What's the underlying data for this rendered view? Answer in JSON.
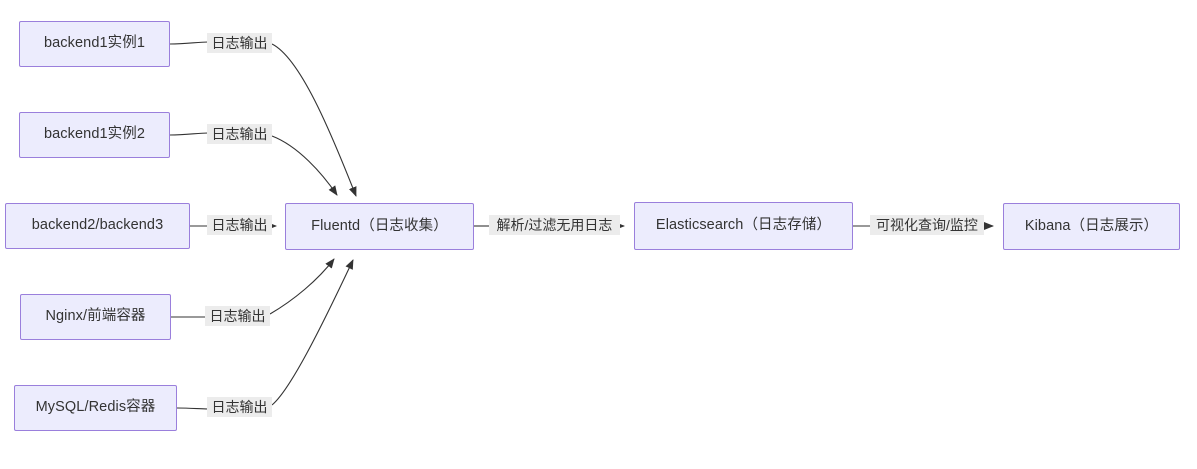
{
  "diagram": {
    "type": "flowchart",
    "direction": "left-to-right",
    "title": "",
    "palette": {
      "node_fill": "#ececfd",
      "node_stroke": "#9a7fdc",
      "edge_stroke": "#333333",
      "label_background": "#ececec",
      "text_color": "#333333",
      "canvas_background": "#ffffff"
    },
    "nodes": [
      {
        "id": "backend1_1",
        "label": "backend1实例1"
      },
      {
        "id": "backend1_2",
        "label": "backend1实例2"
      },
      {
        "id": "backend23",
        "label": "backend2/backend3"
      },
      {
        "id": "nginx",
        "label": "Nginx/前端容器"
      },
      {
        "id": "mysql",
        "label": "MySQL/Redis容器"
      },
      {
        "id": "fluentd",
        "label": "Fluentd（日志收集）"
      },
      {
        "id": "elastic",
        "label": "Elasticsearch（日志存储）"
      },
      {
        "id": "kibana",
        "label": "Kibana（日志展示）"
      }
    ],
    "edges": [
      {
        "id": "e1",
        "from": "backend1_1",
        "to": "fluentd",
        "label": "日志输出"
      },
      {
        "id": "e2",
        "from": "backend1_2",
        "to": "fluentd",
        "label": "日志输出"
      },
      {
        "id": "e3",
        "from": "backend23",
        "to": "fluentd",
        "label": "日志输出"
      },
      {
        "id": "e4",
        "from": "nginx",
        "to": "fluentd",
        "label": "日志输出"
      },
      {
        "id": "e5",
        "from": "mysql",
        "to": "fluentd",
        "label": "日志输出"
      },
      {
        "id": "e6",
        "from": "fluentd",
        "to": "elastic",
        "label": "解析/过滤无用日志"
      },
      {
        "id": "e7",
        "from": "elastic",
        "to": "kibana",
        "label": "可视化查询/监控"
      }
    ]
  }
}
